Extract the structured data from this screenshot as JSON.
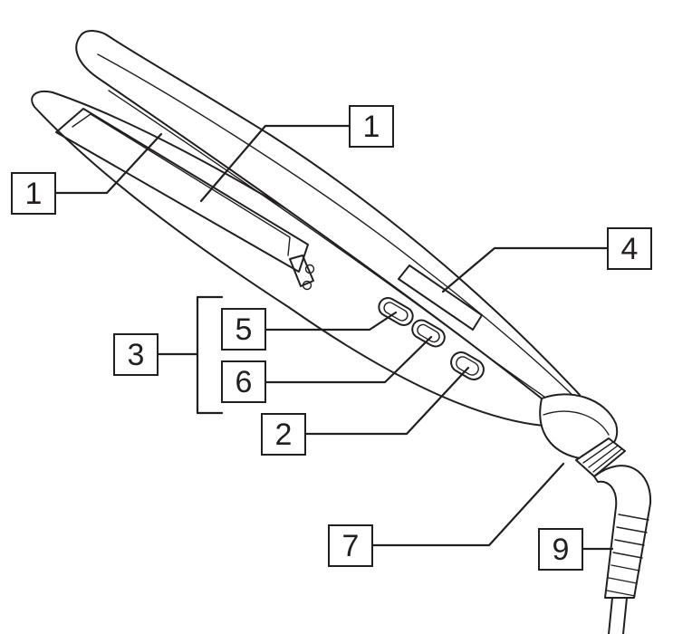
{
  "diagram": {
    "subject": "hair straightener",
    "ink_color": "#231f20",
    "background_color": "#ffffff",
    "callouts": [
      {
        "id": "plate-lower",
        "label": "1"
      },
      {
        "id": "plate-upper",
        "label": "1"
      },
      {
        "id": "display",
        "label": "4"
      },
      {
        "id": "button-group",
        "label": "3"
      },
      {
        "id": "button-5",
        "label": "5"
      },
      {
        "id": "button-6",
        "label": "6"
      },
      {
        "id": "power-button",
        "label": "2"
      },
      {
        "id": "swivel-joint",
        "label": "7"
      },
      {
        "id": "cord",
        "label": "9"
      }
    ]
  }
}
